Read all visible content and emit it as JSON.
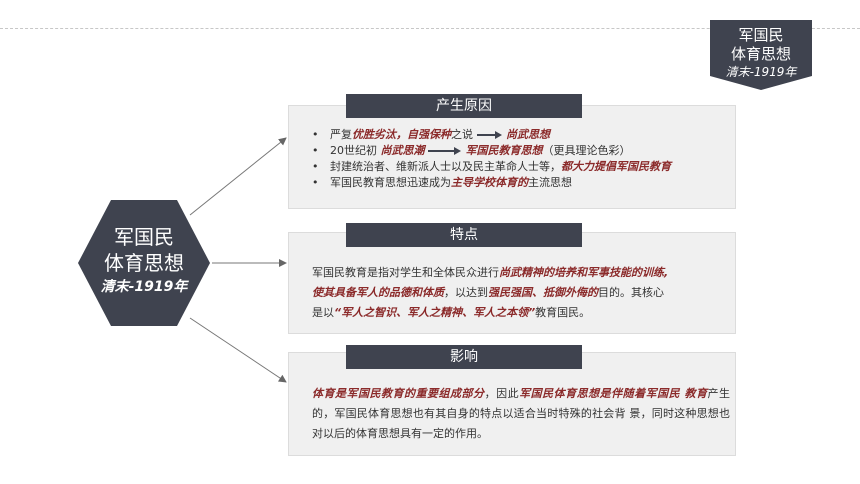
{
  "badge": {
    "line1": "军国民",
    "line2": "体育思想",
    "line3": "清末-1919年"
  },
  "hex": {
    "line1": "军国民",
    "line2": "体育思想",
    "line3": "清末-1919年"
  },
  "sections": {
    "cause": {
      "title": "产生原因",
      "b1_a": "严复",
      "b1_em": "优胜劣汰，自强保种",
      "b1_b": "之说",
      "b1_em2": "尚武思想",
      "b2_a": "20世纪初",
      "b2_em": "尚武思潮",
      "b2_em2": "军国民教育思想",
      "b2_b": "（更具理论色彩）",
      "b3_a": "封建统治者、维新派人士以及民主革命人士等，",
      "b3_em": "都大力提倡军国民教育",
      "b4_a": "军国民教育思想迅速成为",
      "b4_em": "主导学校体育的",
      "b4_b": "主流思想"
    },
    "features": {
      "title": "特点",
      "p_a": "军国民教育是指对学生和全体民众进行",
      "p_em1": "尚武精神的培养和军事技能的训练,",
      "p_em2": "使其具备军人的品德和体质",
      "p_b": "，以达到",
      "p_em3": "强民强国、抵御外侮的",
      "p_c": "目的。其核心",
      "p_d": "是以",
      "p_em4": "“军人之智识、军人之精神、军人之本领”",
      "p_e": "教育国民。"
    },
    "impact": {
      "title": "影响",
      "p_em1": "体育是军国民教育的重要组成部分",
      "p_a": "，因此",
      "p_em2": "军国民体育思想是伴随着军国民 教育",
      "p_b": "产生的，军国民体育思想也有其自身的特点以适合当时特殊的社会背 景，同时这种思想也对以后的体育思想具有一定的作用。"
    }
  },
  "colors": {
    "dark": "#3f434f",
    "accent": "#8b2a2a",
    "panel": "#f0f0f0"
  }
}
